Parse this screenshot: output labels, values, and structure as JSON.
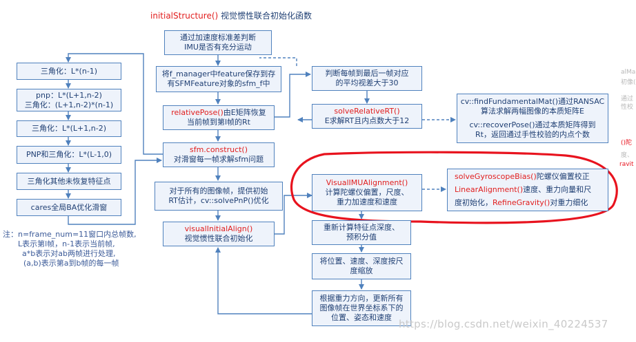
{
  "title": {
    "func": "initialStructure()",
    "desc": " 视觉惯性联合初始化函数"
  },
  "boxes": {
    "imu_check": {
      "lines": [
        "通过加速度标准差判断",
        "IMU是否有充分运动"
      ]
    },
    "save_features": {
      "lines": [
        "将f_manager中feature保存到存",
        "有SFMFeature对象的sfm_f中"
      ]
    },
    "relative_pose": {
      "func": "relativePose()",
      "rest": "由E矩阵恢复",
      "line2": "当前帧到第l帧的Rt"
    },
    "sfm_construct": {
      "func": "sfm.construct()",
      "line2": "对滑窗每一帧求解sfm问题"
    },
    "pnp_all": {
      "lines": [
        "对于所有的图像帧，提供初始",
        "RT估计，cv::solvePnP()优化"
      ]
    },
    "visual_initial_align": {
      "func": "visualInitialAlign()",
      "line2": "视觉惯性联合初始化"
    },
    "tri_n1": {
      "lines": [
        "三角化：L*(n-1)"
      ]
    },
    "pnp_tri": {
      "lines": [
        "pnp：L*(L+1,n-2)",
        "三角化：(L+1,n-2)*(n-1)"
      ]
    },
    "tri_l1": {
      "lines": [
        "三角化：L*(L+1,n-2)"
      ]
    },
    "pnp_tri_l": {
      "lines": [
        "PNP和三角化：L*(L-1,0)"
      ]
    },
    "tri_rest": {
      "lines": [
        "三角化其他未恢复特征点"
      ]
    },
    "ba": {
      "lines": [
        "cares全局BA优化滑窗"
      ]
    },
    "parallax": {
      "lines": [
        "判断每帧到最后一帧对应",
        "的平均视差大于30"
      ]
    },
    "solve_relative_rt": {
      "func": "solveRelativeRT()",
      "line2": "E求解RT且内点数大于12"
    },
    "cv_box": {
      "lines": [
        "cv::findFundamentalMat()通过RANSAC",
        "算法求解两幅图像的本质矩阵E",
        "cv::recoverPose()通过本质矩阵得到",
        "Rt，返回通过手性校验的内点个数"
      ]
    },
    "visual_imu_alignment": {
      "func": "VisualIMUAlignment()",
      "line2": "计算陀螺仪偏置，尺度、",
      "line3": "重力加速度和速度"
    },
    "bias_box": {
      "l1_func": "solveGyroscopeBias()",
      "l1_rest": "陀螺仪偏置校正",
      "l2_func": "LinearAlignment()",
      "l2_rest": "速度、重力向量和尺",
      "l3_pre": "度初始化，",
      "l3_func": "RefineGravity()",
      "l3_rest": "对重力细化"
    },
    "recompute_depth": {
      "lines": [
        "重新计算特征点深度、",
        "预积分值"
      ]
    },
    "scale_box": {
      "lines": [
        "将位置、速度、深度按尺",
        "度缩放"
      ]
    },
    "gravity_box": {
      "lines": [
        "根据重力方向，更新所有",
        "图像帧在世界坐标系下的",
        "位置、姿态和速度"
      ]
    }
  },
  "note": {
    "lines": [
      "注：n=frame_num=11窗口内总帧数,",
      "L表示第l帧，n-1表示当前帧,",
      "a*b表示对ab两帧进行处理,",
      "(a,b)表示第a到b帧的每一帧"
    ]
  },
  "edge_fragments": [
    "alMa",
    "初像(",
    "通过",
    "性校",
    "()陀",
    "度、",
    "ravit"
  ],
  "watermark": "https://blog.csdn.net/weixin_40224537",
  "colors": {
    "box_border": "#4f81bd",
    "box_fill": "#eef3fb",
    "text_blue": "#1f3f73",
    "text_red": "#e11d1d",
    "highlight_ellipse": "#e8131e",
    "arrow": "#4f81bd"
  }
}
